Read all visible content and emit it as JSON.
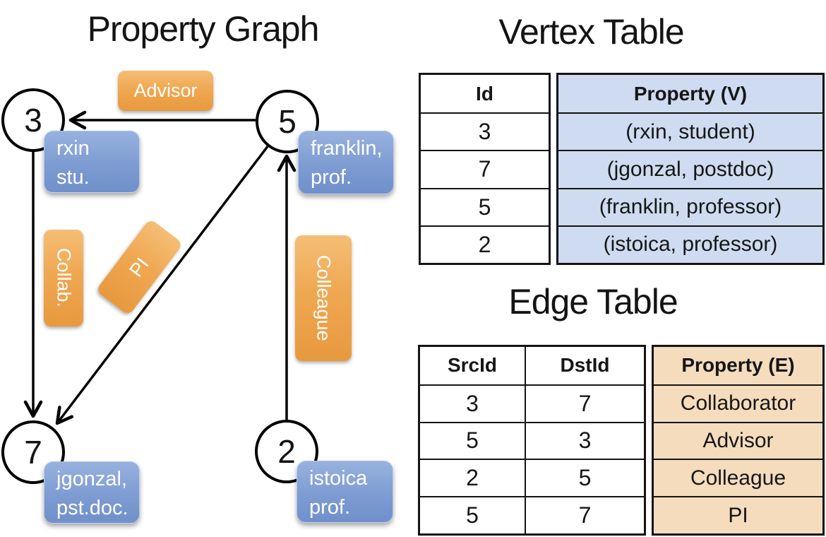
{
  "graph": {
    "title": "Property Graph",
    "nodes": [
      {
        "id": "3"
      },
      {
        "id": "5"
      },
      {
        "id": "7"
      },
      {
        "id": "2"
      }
    ],
    "edge_labels": {
      "advisor": "Advisor",
      "collab": "Collab.",
      "pi": "PI",
      "colleague": "Colleague"
    },
    "property_boxes": [
      {
        "line1": "rxin",
        "line2": "stu."
      },
      {
        "line1": "franklin,",
        "line2": "prof."
      },
      {
        "line1": "jgonzal,",
        "line2": "pst.doc."
      },
      {
        "line1": "istoica",
        "line2": "prof."
      }
    ]
  },
  "vertex_table": {
    "title": "Vertex Table",
    "columns": {
      "id": "Id",
      "property": "Property (V)"
    },
    "rows": [
      {
        "id": "3",
        "property": "(rxin, student)"
      },
      {
        "id": "7",
        "property": "(jgonzal, postdoc)"
      },
      {
        "id": "5",
        "property": "(franklin, professor)"
      },
      {
        "id": "2",
        "property": "(istoica, professor)"
      }
    ]
  },
  "edge_table": {
    "title": "Edge Table",
    "columns": {
      "src": "SrcId",
      "dst": "DstId",
      "property": "Property (E)"
    },
    "rows": [
      {
        "src": "3",
        "dst": "7",
        "property": "Collaborator"
      },
      {
        "src": "5",
        "dst": "3",
        "property": "Advisor"
      },
      {
        "src": "2",
        "dst": "5",
        "property": "Colleague"
      },
      {
        "src": "5",
        "dst": "7",
        "property": "PI"
      }
    ]
  },
  "colors": {
    "vertex_property_fill": "#CEDBF0",
    "edge_property_fill": "#F4DCBD",
    "edge_label_orange": "#EC9F44",
    "vertex_property_blue": "#7E9CD2",
    "line_black": "#000000"
  }
}
